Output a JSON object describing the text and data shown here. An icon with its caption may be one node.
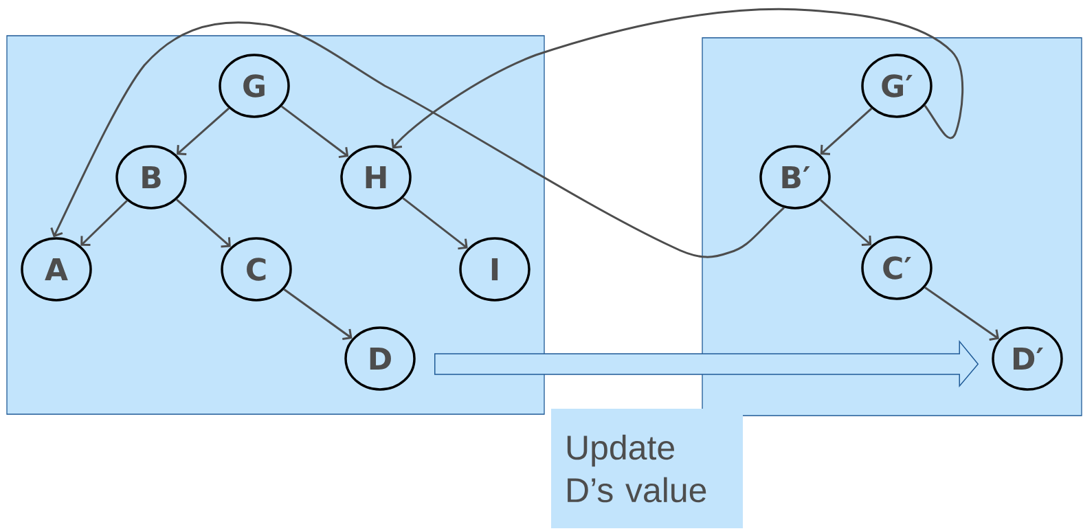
{
  "diagram": {
    "nodes": [
      {
        "text": [],
        "shape": "box"
      },
      {
        "text": [
          "G"
        ],
        "in": 0
      },
      {
        "text": [
          "B"
        ],
        "in": 0
      },
      {
        "text": [
          "H"
        ],
        "in": 0
      },
      {
        "text": [
          "A"
        ],
        "in": 0
      },
      {
        "text": [
          "C"
        ],
        "in": 0
      },
      {
        "text": [
          "I"
        ],
        "in": 0
      },
      {
        "text": [
          "D"
        ],
        "in": 0
      },
      {
        "text": [],
        "shape": "box"
      },
      {
        "text": [
          "G′"
        ],
        "in": 8
      },
      {
        "text": [
          "B′"
        ],
        "in": 8
      },
      {
        "text": [
          "C′"
        ],
        "in": 8
      },
      {
        "text": [
          "D′"
        ],
        "in": 8
      },
      {
        "text": [
          "Update D’s value"
        ]
      }
    ],
    "edges": [
      {
        "from": 1,
        "to": 2,
        "arrow": "to"
      },
      {
        "from": 1,
        "to": 3,
        "arrow": "to"
      },
      {
        "from": 2,
        "to": 4,
        "arrow": "to"
      },
      {
        "from": 2,
        "to": 5,
        "arrow": "to"
      },
      {
        "from": 3,
        "to": 6,
        "arrow": "to"
      },
      {
        "from": 5,
        "to": 7,
        "arrow": "to"
      },
      {
        "from": 9,
        "to": 10,
        "arrow": "to"
      },
      {
        "from": 10,
        "to": 11,
        "arrow": "to"
      },
      {
        "from": 11,
        "to": 12,
        "arrow": "to"
      },
      {
        "from": 10,
        "to": 4,
        "arrow": "to"
      },
      {
        "from": 9,
        "to": 3,
        "arrow": "to"
      },
      {
        "from": 7,
        "to": 12,
        "arrow": "to",
        "style": "thick",
        "color": "#1f5a96"
      }
    ]
  }
}
